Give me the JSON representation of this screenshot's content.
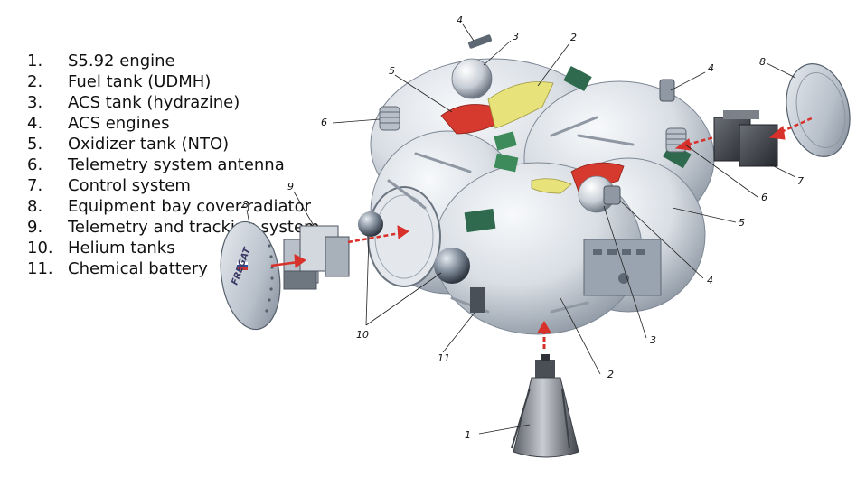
{
  "legend": [
    {
      "num": "1.",
      "text": "S5.92 engine"
    },
    {
      "num": "2.",
      "text": "Fuel tank (UDMH)"
    },
    {
      "num": "3.",
      "text": "ACS tank (hydrazine)"
    },
    {
      "num": "4.",
      "text": "ACS engines"
    },
    {
      "num": "5.",
      "text": "Oxidizer tank (NTO)"
    },
    {
      "num": "6.",
      "text": "Telemetry system antenna"
    },
    {
      "num": "7.",
      "text": "Control system"
    },
    {
      "num": "8.",
      "text": "Equipment bay cover-radiator"
    },
    {
      "num": "9.",
      "text": "Telemetry and tracking system"
    },
    {
      "num": "10.",
      "text": "Helium tanks"
    },
    {
      "num": "11.",
      "text": "Chemical battery"
    }
  ],
  "callouts": {
    "c1": "1",
    "c2a": "2",
    "c2b": "2",
    "c3a": "3",
    "c3b": "3",
    "c4a": "4",
    "c4b": "4",
    "c4c": "4",
    "c5a": "5",
    "c5b": "5",
    "c6a": "6",
    "c6b": "6",
    "c7": "7",
    "c8a": "8",
    "c8b": "8",
    "c9": "9",
    "c10": "10",
    "c11": "11"
  },
  "cover_label": "FREGAT",
  "colors": {
    "tank_light": "#eef1f4",
    "tank_shade": "#9ea7b2",
    "oxidizer_red": "#d63a2e",
    "fuel_yellow": "#e8e27a",
    "module_green": "#2f6a4f",
    "box_dark": "#3c3f44",
    "arrow_red": "#d8302a"
  }
}
